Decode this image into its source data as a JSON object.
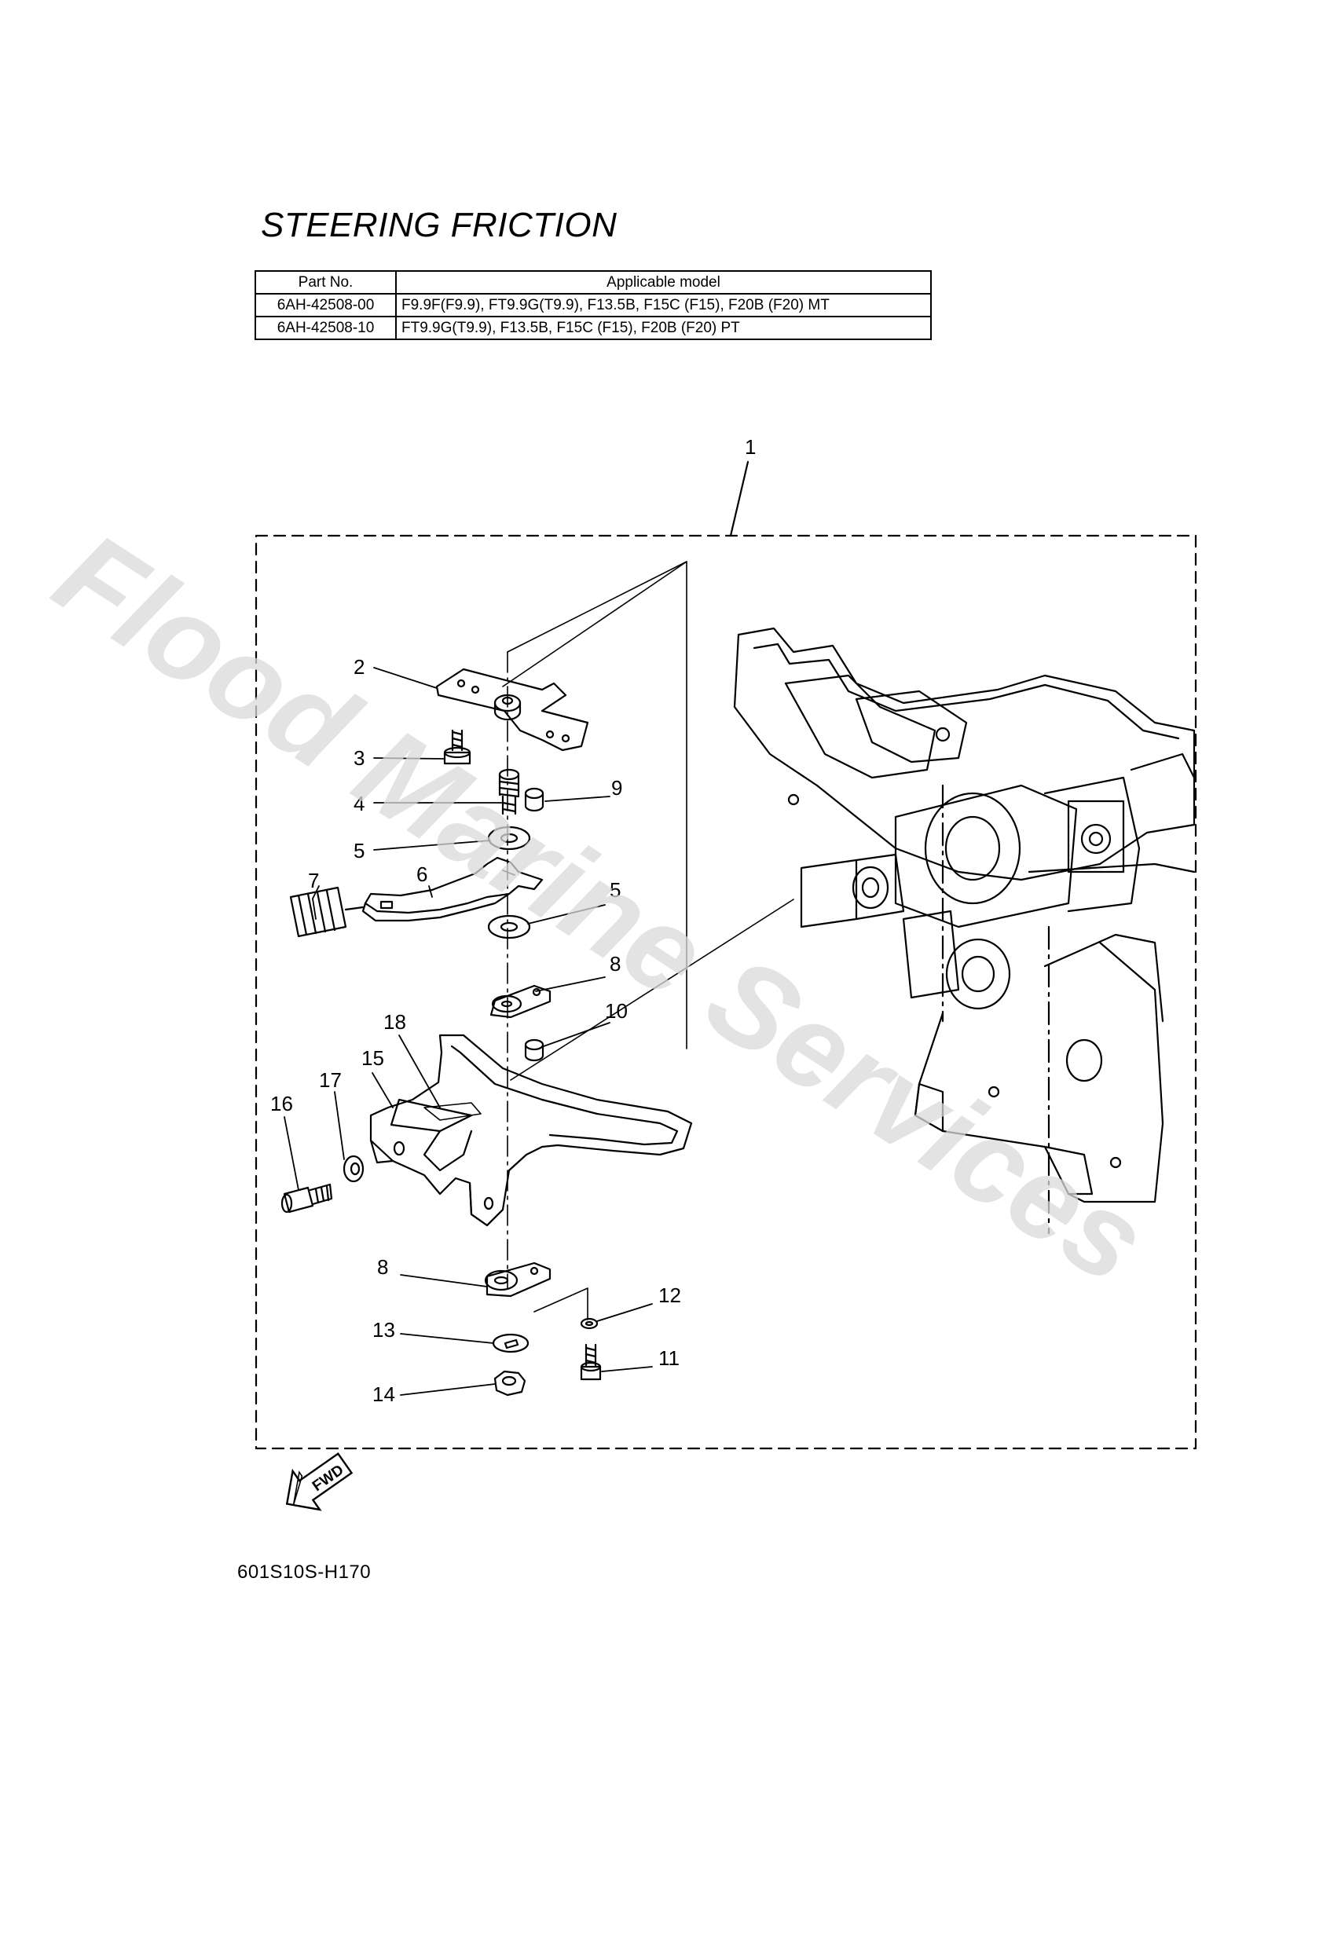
{
  "title": "STEERING FRICTION",
  "table": {
    "headers": [
      "Part No.",
      "Applicable model"
    ],
    "rows": [
      [
        "6AH-42508-00",
        "F9.9F(F9.9), FT9.9G(T9.9), F13.5B, F15C (F15), F20B (F20) MT"
      ],
      [
        "6AH-42508-10",
        "FT9.9G(T9.9), F13.5B, F15C (F15), F20B (F20) PT"
      ]
    ]
  },
  "callouts": [
    "1",
    "2",
    "3",
    "4",
    "5",
    "6",
    "7",
    "5",
    "8",
    "9",
    "10",
    "18",
    "15",
    "17",
    "16",
    "8",
    "12",
    "13",
    "11",
    "14"
  ],
  "fwd_label": "FWD",
  "diagram_code": "601S10S-H170",
  "watermark": "Flood Marine Services",
  "colors": {
    "line": "#000000",
    "watermark": "#d9d9d9"
  }
}
